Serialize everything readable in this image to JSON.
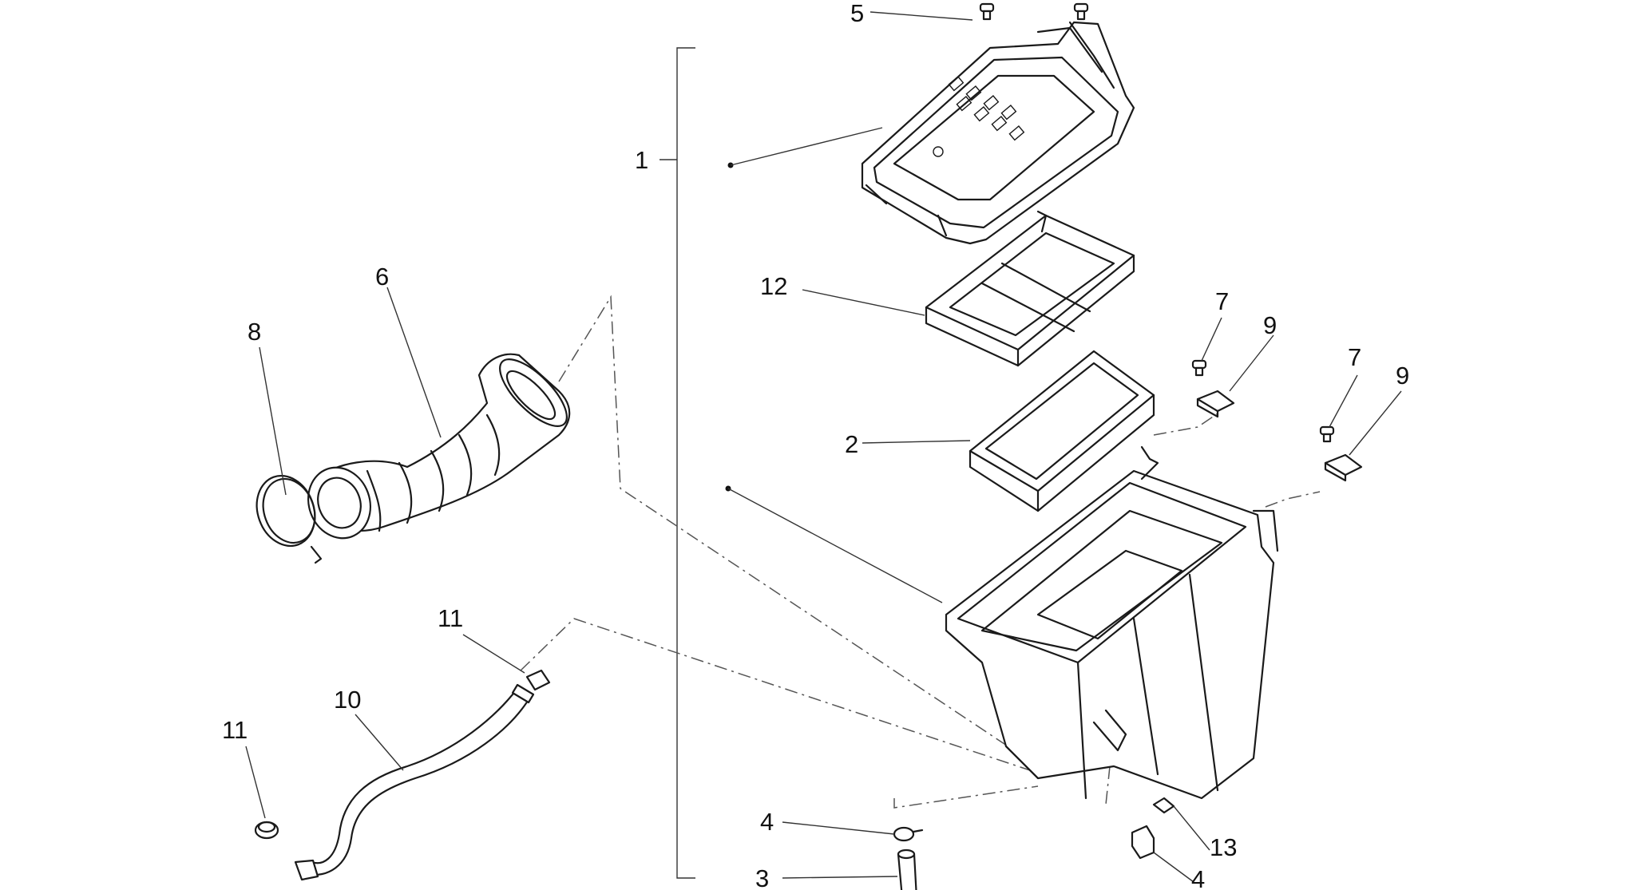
{
  "labels": {
    "l1": "1",
    "l2": "2",
    "l3": "3",
    "l4a": "4",
    "l4b": "4",
    "l5": "5",
    "l6": "6",
    "l7a": "7",
    "l7b": "7",
    "l8": "8",
    "l9a": "9",
    "l9b": "9",
    "l10": "10",
    "l11a": "11",
    "l11b": "11",
    "l12": "12",
    "l13": "13"
  }
}
